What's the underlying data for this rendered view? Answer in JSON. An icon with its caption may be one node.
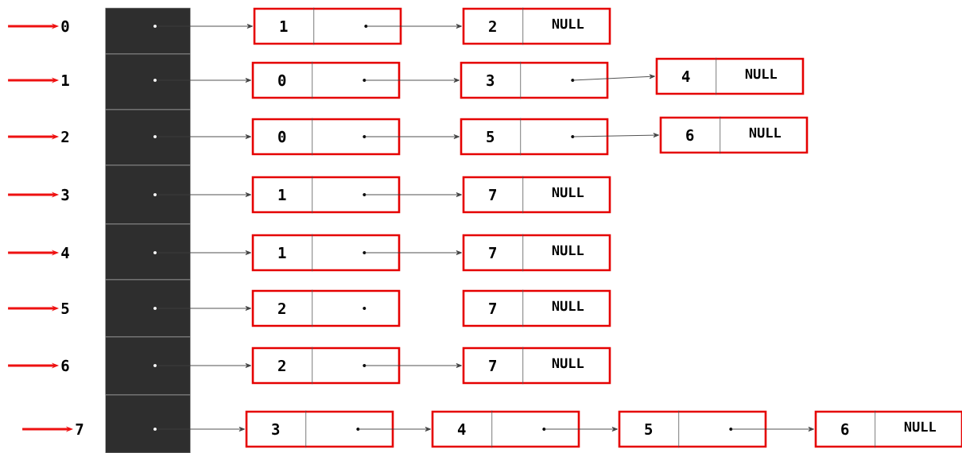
{
  "diagram": {
    "nodes": [
      {
        "text": [],
        "shape": "box",
        "beside": [
          "0"
        ]
      },
      {
        "text": [
          "1"
        ]
      },
      {
        "text": [
          "2",
          "NULL"
        ]
      },
      {
        "text": [],
        "shape": "box",
        "beside": [
          "1"
        ]
      },
      {
        "text": [
          "0"
        ]
      },
      {
        "text": [
          "3"
        ]
      },
      {
        "text": [
          "4",
          "NULL"
        ]
      },
      {
        "text": [],
        "shape": "box",
        "beside": [
          "2"
        ]
      },
      {
        "text": [
          "0"
        ]
      },
      {
        "text": [
          "5"
        ]
      },
      {
        "text": [
          "6",
          "NULL"
        ]
      },
      {
        "text": [],
        "shape": "box",
        "beside": [
          "3"
        ]
      },
      {
        "text": [
          "1"
        ]
      },
      {
        "text": [
          "7",
          "NULL"
        ]
      },
      {
        "text": [],
        "shape": "box",
        "beside": [
          "4"
        ]
      },
      {
        "text": [
          "1"
        ]
      },
      {
        "text": [
          "7",
          "NULL"
        ]
      },
      {
        "text": [],
        "shape": "box",
        "beside": [
          "5"
        ]
      },
      {
        "text": [
          "2"
        ]
      },
      {
        "text": [
          "7",
          "NULL"
        ]
      },
      {
        "text": [],
        "shape": "box",
        "beside": [
          "6"
        ]
      },
      {
        "text": [
          "2"
        ]
      },
      {
        "text": [
          "7",
          "NULL"
        ]
      },
      {
        "text": [],
        "shape": "box",
        "beside": [
          "7"
        ]
      },
      {
        "text": [
          "3"
        ]
      },
      {
        "text": [
          "4"
        ]
      },
      {
        "text": [
          "5"
        ]
      },
      {
        "text": [
          "6",
          "NULL"
        ]
      }
    ],
    "edges": [
      {
        "from": null,
        "to": 0,
        "arrow": "to",
        "style": "thick",
        "color": "#ee1111"
      },
      {
        "from": null,
        "to": 3,
        "arrow": "to",
        "style": "thick",
        "color": "#ee1111"
      },
      {
        "from": null,
        "to": 7,
        "arrow": "to",
        "style": "thick",
        "color": "#ee1111"
      },
      {
        "from": null,
        "to": 11,
        "arrow": "to",
        "style": "thick",
        "color": "#ee1111"
      },
      {
        "from": null,
        "to": 14,
        "arrow": "to",
        "style": "thick",
        "color": "#ee1111"
      },
      {
        "from": null,
        "to": 17,
        "arrow": "to",
        "style": "thick",
        "color": "#ee1111"
      },
      {
        "from": null,
        "to": 20,
        "arrow": "to",
        "style": "thick",
        "color": "#ee1111"
      },
      {
        "from": null,
        "to": 23,
        "arrow": "to",
        "style": "thick",
        "color": "#ee1111"
      },
      {
        "from": 0,
        "to": 1,
        "arrow": "to"
      },
      {
        "from": 1,
        "to": 2,
        "arrow": "to"
      },
      {
        "from": 3,
        "to": 4,
        "arrow": "to"
      },
      {
        "from": 4,
        "to": 5,
        "arrow": "to"
      },
      {
        "from": 5,
        "to": 6,
        "arrow": "to"
      },
      {
        "from": 7,
        "to": 8,
        "arrow": "to"
      },
      {
        "from": 8,
        "to": 9,
        "arrow": "to"
      },
      {
        "from": 9,
        "to": 10,
        "arrow": "to"
      },
      {
        "from": 11,
        "to": 12,
        "arrow": "to"
      },
      {
        "from": 12,
        "to": 13,
        "arrow": "to"
      },
      {
        "from": 14,
        "to": 15,
        "arrow": "to"
      },
      {
        "from": 15,
        "to": 16,
        "arrow": "to"
      },
      {
        "from": 17,
        "to": 18,
        "arrow": "to"
      },
      {
        "from": 20,
        "to": 21,
        "arrow": "to"
      },
      {
        "from": 21,
        "to": 22,
        "arrow": "to"
      },
      {
        "from": 23,
        "to": 24,
        "arrow": "to"
      },
      {
        "from": 24,
        "to": 25,
        "arrow": "to"
      },
      {
        "from": 25,
        "to": 26,
        "arrow": "to"
      },
      {
        "from": 26,
        "to": 27,
        "arrow": "to"
      }
    ]
  }
}
